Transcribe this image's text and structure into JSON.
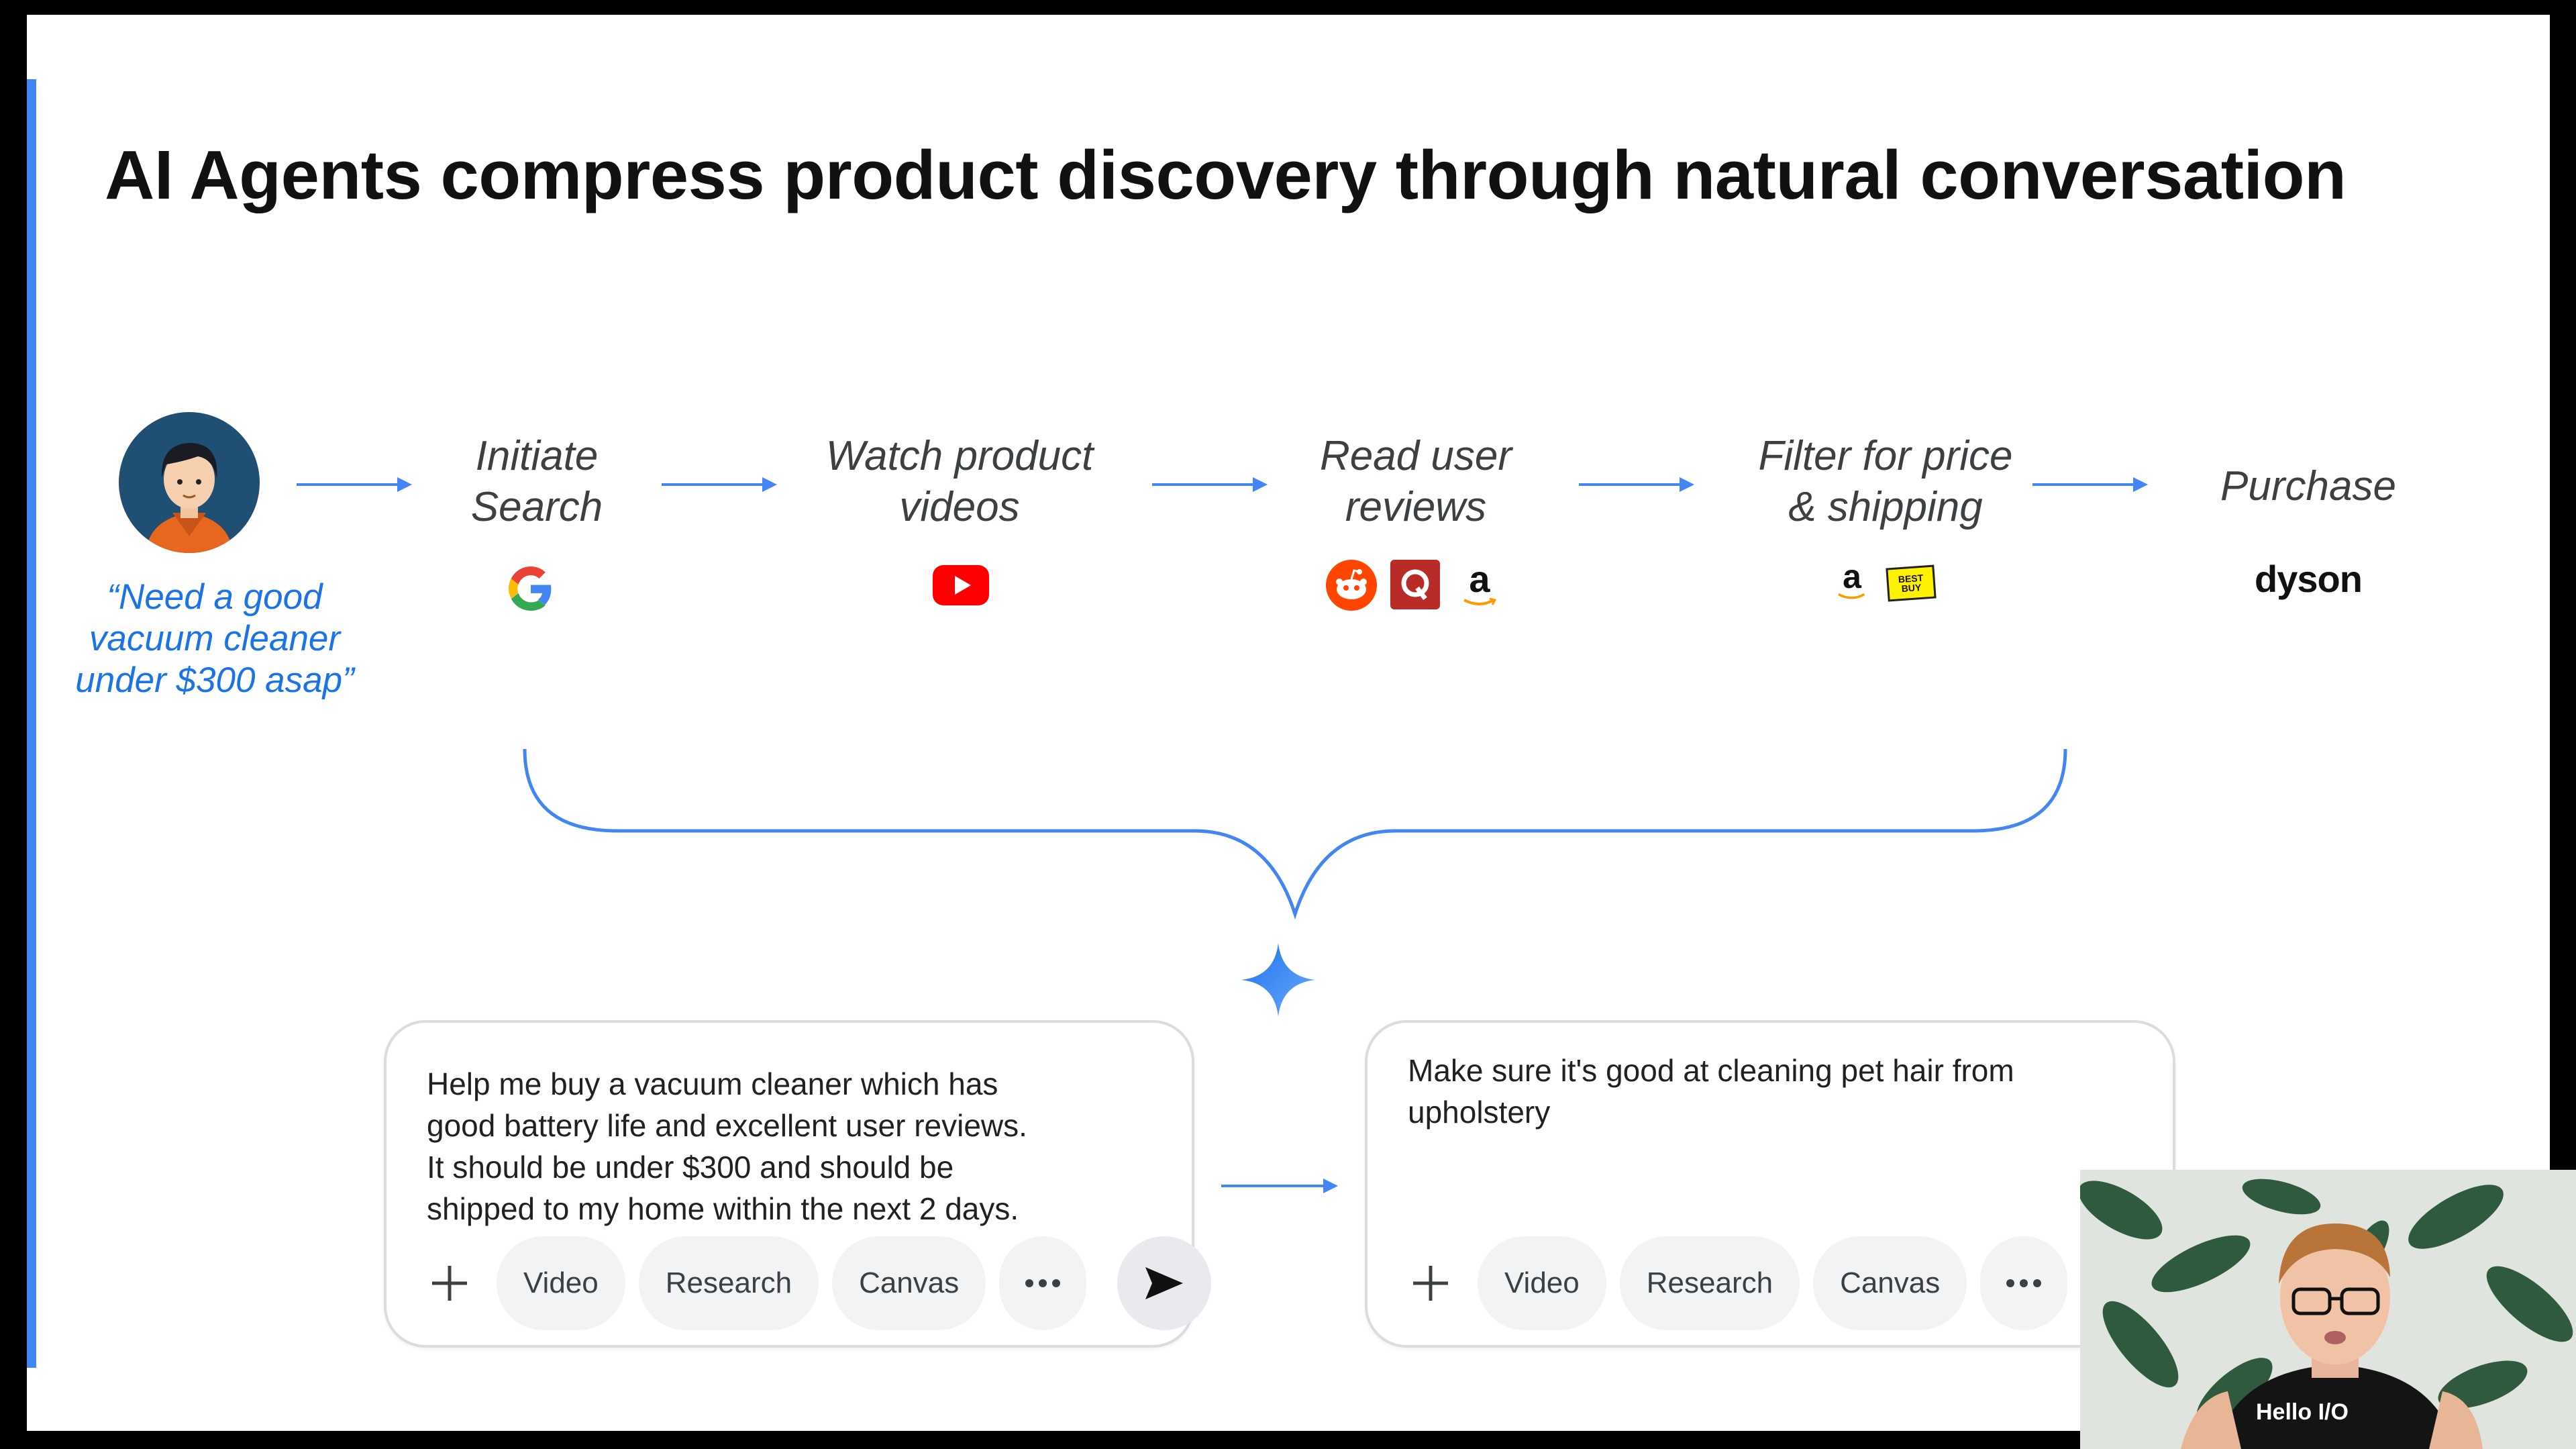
{
  "slide": {
    "title": "AI Agents compress product discovery through natural conversation",
    "user_quote": "“Need a good\nvacuum cleaner\nunder $300 asap”",
    "steps": [
      {
        "label": "Initiate\nSearch",
        "icons": [
          "google-logo"
        ]
      },
      {
        "label": "Watch product\nvideos",
        "icons": [
          "youtube-logo"
        ]
      },
      {
        "label": "Read user\nreviews",
        "icons": [
          "reddit-logo",
          "quora-logo",
          "amazon-logo"
        ]
      },
      {
        "label": "Filter for price\n& shipping",
        "icons": [
          "amazon-logo",
          "bestbuy-logo"
        ]
      },
      {
        "label": "Purchase",
        "icons": [
          "dyson-logo"
        ],
        "brand_text": "dyson"
      }
    ],
    "bestbuy_text": "BEST BUY",
    "amazon_text": "a",
    "prompt_cards": [
      {
        "text": "Help me buy a vacuum cleaner which has\ngood battery life and excellent user reviews.\nIt should be under $300 and should be\nshipped to my home within the next 2 days.",
        "chips": [
          "Video",
          "Research",
          "Canvas"
        ]
      },
      {
        "text": "Make sure it's good at cleaning pet hair from\nupholstery",
        "chips": [
          "Video",
          "Research",
          "Canvas"
        ]
      }
    ],
    "speaker_shirt_text": "Hello I/O",
    "colors": {
      "accent": "#4285f4",
      "quote": "#1a73e8",
      "youtube": "#ff0000",
      "reddit": "#ff4500",
      "quora": "#b92b27",
      "bestbuy": "#fff200"
    }
  }
}
